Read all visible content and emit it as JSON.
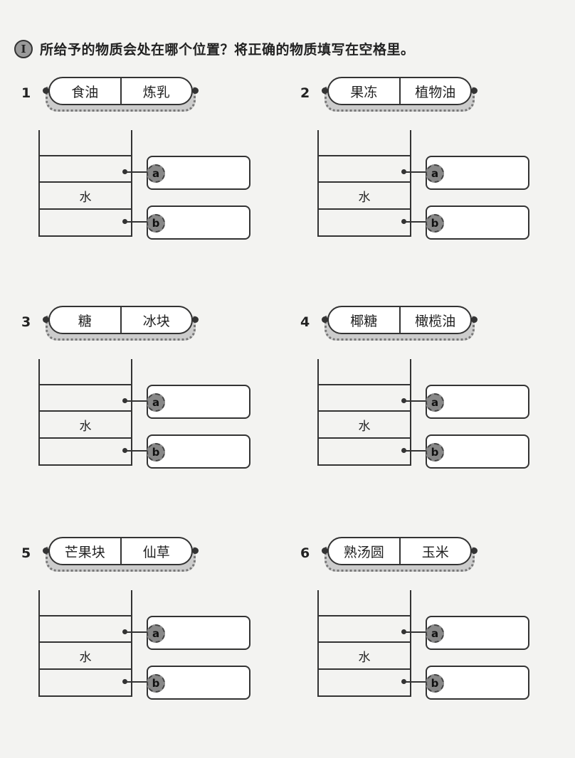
{
  "question": {
    "number": "I",
    "text": "所给予的物质会处在哪个位置？将正确的物质填写在空格里。"
  },
  "water_label": "水",
  "answer_labels": [
    "a",
    "b"
  ],
  "problems": [
    {
      "number": "1",
      "items": [
        "食油",
        "炼乳"
      ]
    },
    {
      "number": "2",
      "items": [
        "果冻",
        "植物油"
      ]
    },
    {
      "number": "3",
      "items": [
        "糖",
        "冰块"
      ]
    },
    {
      "number": "4",
      "items": [
        "椰糖",
        "橄榄油"
      ]
    },
    {
      "number": "5",
      "items": [
        "芒果块",
        "仙草"
      ]
    },
    {
      "number": "6",
      "items": [
        "熟汤圆",
        "玉米"
      ]
    }
  ]
}
